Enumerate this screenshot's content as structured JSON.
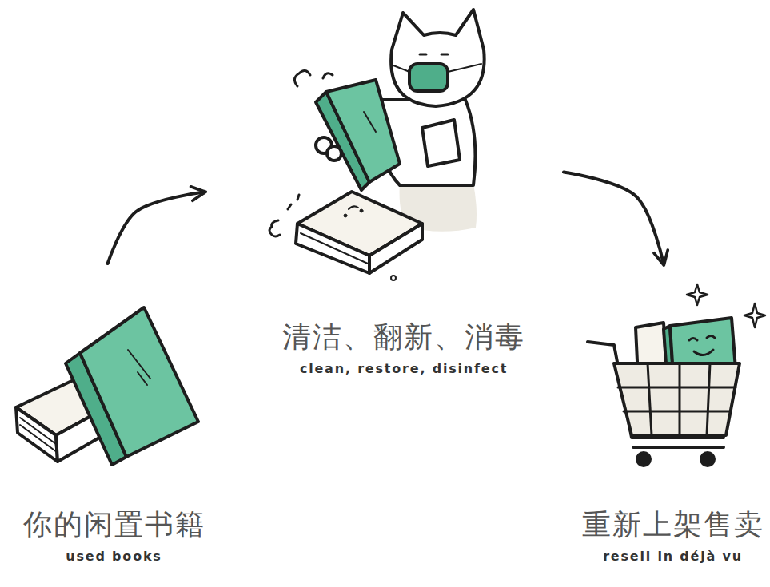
{
  "diagram": {
    "nodes": [
      {
        "text": [
          "你的闲置书籍",
          "used books"
        ]
      },
      {
        "text": [
          "清洁、翻新、消毒",
          "clean, restore, disinfect"
        ]
      },
      {
        "text": [
          "重新上架售卖",
          "resell in déjà vu"
        ]
      }
    ],
    "edges": [
      {
        "from": 0,
        "to": 1,
        "arrow": "to"
      },
      {
        "from": 1,
        "to": 2,
        "arrow": "to"
      }
    ]
  }
}
